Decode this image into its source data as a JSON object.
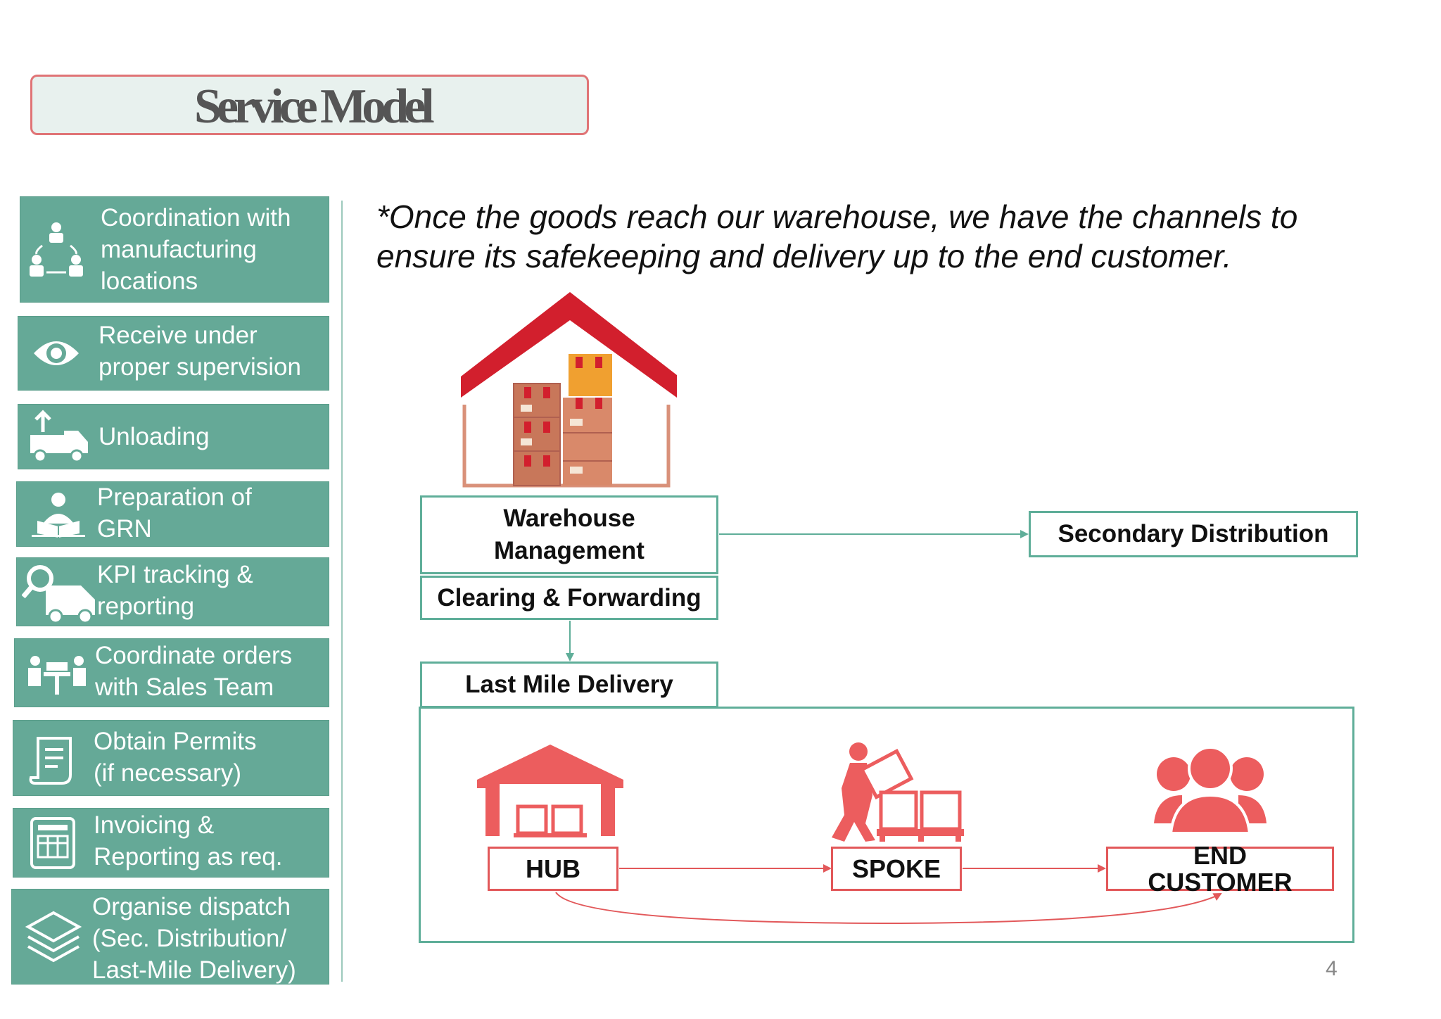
{
  "title": "Service Model",
  "sidebar": {
    "items": [
      {
        "label": "Coordination with\nmanufacturing\nlocations",
        "icon": "team-coordination-icon"
      },
      {
        "label": "Receive under\nproper supervision",
        "icon": "eye-icon"
      },
      {
        "label": "Unloading",
        "icon": "unloading-truck-icon"
      },
      {
        "label": "Preparation of\nGRN",
        "icon": "document-reader-icon"
      },
      {
        "label": "KPI tracking &\nreporting",
        "icon": "truck-search-icon"
      },
      {
        "label": "Coordinate orders\nwith Sales Team",
        "icon": "meeting-table-icon"
      },
      {
        "label": "Obtain Permits\n(if necessary)",
        "icon": "permit-scroll-icon"
      },
      {
        "label": "Invoicing &\nReporting as req.",
        "icon": "invoice-icon"
      },
      {
        "label": "Organise  dispatch\n(Sec.   Distribution/\nLast-Mile Delivery)",
        "icon": "layers-icon"
      }
    ]
  },
  "intro_text": "*Once the goods reach our warehouse, we have the channels to ensure its safekeeping and delivery up to the end customer.",
  "flow": {
    "warehouse_management": "Warehouse\nManagement",
    "clearing_forwarding": "Clearing & Forwarding",
    "secondary_distribution": "Secondary Distribution",
    "last_mile_delivery": "Last Mile Delivery",
    "hub": "HUB",
    "spoke": "SPOKE",
    "end_customer": "END\nCUSTOMER"
  },
  "page_number": "4",
  "colors": {
    "sidebar_green": "#65a997",
    "flow_green": "#5fae99",
    "accent_red": "#e2585a",
    "roof_red": "#d21f2d"
  }
}
